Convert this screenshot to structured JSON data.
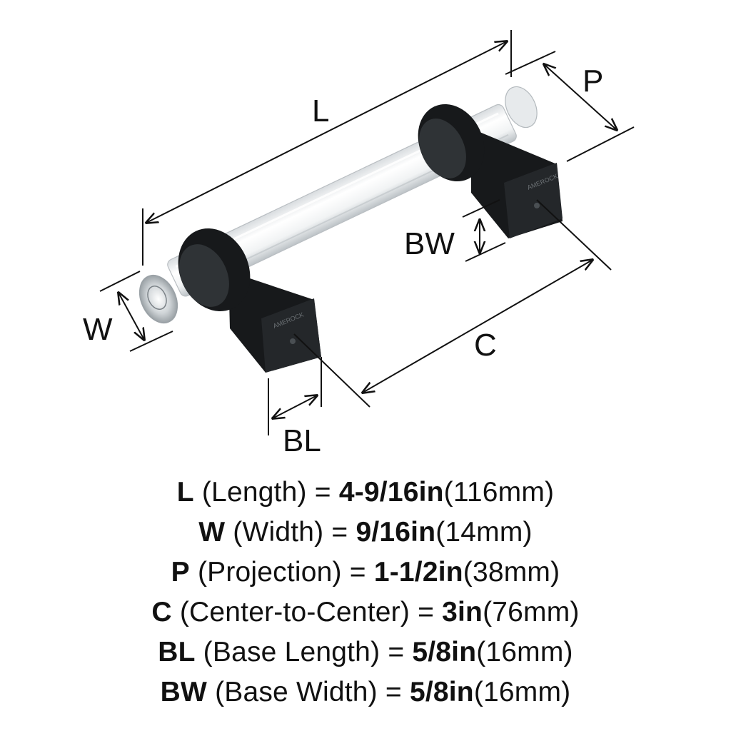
{
  "labels": {
    "L": "L",
    "P": "P",
    "W": "W",
    "BW": "BW",
    "C": "C",
    "BL": "BL"
  },
  "brand": "AMEROCK",
  "specs": [
    {
      "abbr": "L",
      "name": "(Length)",
      "eq": "=",
      "imperial": "4-9/16in",
      "metric": "(116mm)"
    },
    {
      "abbr": "W",
      "name": "(Width)",
      "eq": "=",
      "imperial": "9/16in",
      "metric": "(14mm)"
    },
    {
      "abbr": "P",
      "name": "(Projection)",
      "eq": "=",
      "imperial": "1-1/2in",
      "metric": "(38mm)"
    },
    {
      "abbr": "C",
      "name": "(Center-to-Center)",
      "eq": "=",
      "imperial": "3in",
      "metric": "(76mm)"
    },
    {
      "abbr": "BL",
      "name": "(Base Length)",
      "eq": "=",
      "imperial": "5/8in",
      "metric": "(16mm)"
    },
    {
      "abbr": "BW",
      "name": "(Base Width)",
      "eq": "=",
      "imperial": "5/8in",
      "metric": "(16mm)"
    }
  ]
}
